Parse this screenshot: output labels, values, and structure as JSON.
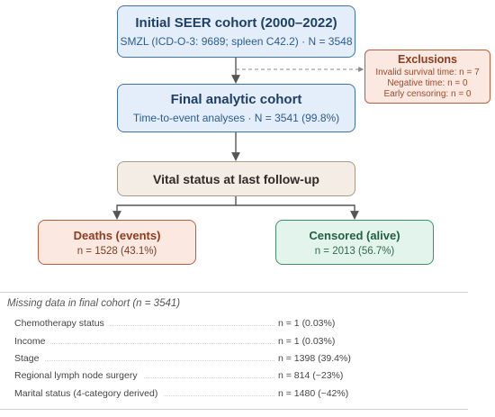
{
  "flowchart": {
    "initial": {
      "title": "Initial SEER cohort (2000–2022)",
      "subtitle": "SMZL (ICD-O-3: 9689; spleen C42.2) · N = 3548"
    },
    "final": {
      "title": "Final analytic cohort",
      "subtitle": "Time-to-event analyses · N = 3541 (99.8%)"
    },
    "exclusions": {
      "title": "Exclusions",
      "lines": [
        "Invalid survival time: n = 7",
        "Negative time: n = 0",
        "Early censoring: n = 0"
      ]
    },
    "vital": {
      "title": "Vital status at last follow-up"
    },
    "deaths": {
      "title": "Deaths (events)",
      "subtitle": "n = 1528 (43.1%)"
    },
    "censored": {
      "title": "Censored (alive)",
      "subtitle": "n = 2013 (56.7%)"
    }
  },
  "missing": {
    "title": "Missing data in final cohort (n = 3541)",
    "rows": [
      {
        "label": "Chemotherapy status",
        "value": "n = 1 (0.03%)"
      },
      {
        "label": "Income",
        "value": "n = 1 (0.03%)"
      },
      {
        "label": "Stage",
        "value": "n = 1398 (39.4%)"
      },
      {
        "label": "Regional lymph node surgery",
        "value": "n = 814 (~23%)"
      },
      {
        "label": "Marital status (4-category derived)",
        "value": "n = 1480 (~42%)"
      }
    ]
  },
  "colors": {
    "blue_fill": "#e3eefa",
    "blue_border": "#3f72aa",
    "orange_fill": "#fbe9e1",
    "orange_border": "#b85e3d",
    "green_fill": "#e2f4ec",
    "green_border": "#3d8e6a",
    "neutral_fill": "#f3ede6",
    "connector": "#555555"
  }
}
